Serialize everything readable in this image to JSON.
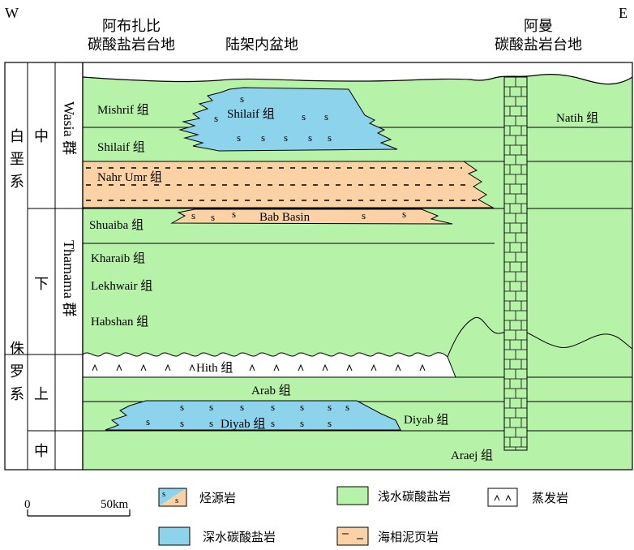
{
  "direction": {
    "west": "W",
    "east": "E"
  },
  "headers": {
    "abu_dhabi_line1": "阿布扎比",
    "abu_dhabi_line2": "碳酸盐岩台地",
    "shelf_basin": "陆架内盆地",
    "oman_line1": "阿曼",
    "oman_line2": "碳酸盐岩台地"
  },
  "stratigraphy": {
    "system_cretaceous": "白垩系",
    "system_jurassic": "侏罗系",
    "series_middle_upper": "中",
    "series_lower": "下",
    "series_upper": "上",
    "series_middle_lower": "中",
    "group_wasia": "Wasia 群",
    "group_thamama": "Thamama 群"
  },
  "formations": {
    "mishrif": "Mishrif 组",
    "shilaif_left": "Shilaif 组",
    "shilaif_basin": "Shilaif 组",
    "nahr_umr": "Nahr Umr 组",
    "shuaiba": "Shuaiba 组",
    "bab_basin": "Bab Basin",
    "kharaib": "Kharaib 组",
    "lekhwair": "Lekhwair 组",
    "habshan": "Habshan 组",
    "hith": "Hith 组",
    "arab": "Arab 组",
    "diyab_basin": "Diyab 组",
    "diyab_right": "Diyab 组",
    "araej": "Araej 组",
    "natih": "Natih 组"
  },
  "symbols": {
    "source_mark": "s",
    "evaporite_mark": "^"
  },
  "scale": {
    "zero": "0",
    "length": "50km"
  },
  "legend": [
    {
      "key": "source",
      "label": "烃源岩"
    },
    {
      "key": "shallow",
      "label": "浅水碳酸盐岩"
    },
    {
      "key": "evaporite",
      "label": "蒸发岩"
    },
    {
      "key": "deep",
      "label": "深水碳酸盐岩"
    },
    {
      "key": "shale",
      "label": "海相泥页岩"
    }
  ],
  "colors": {
    "shallow": "#b6f2a8",
    "deep": "#8ed3ec",
    "shale": "#fbd2a6",
    "evaporite": "#ffffff",
    "line": "#000000"
  }
}
